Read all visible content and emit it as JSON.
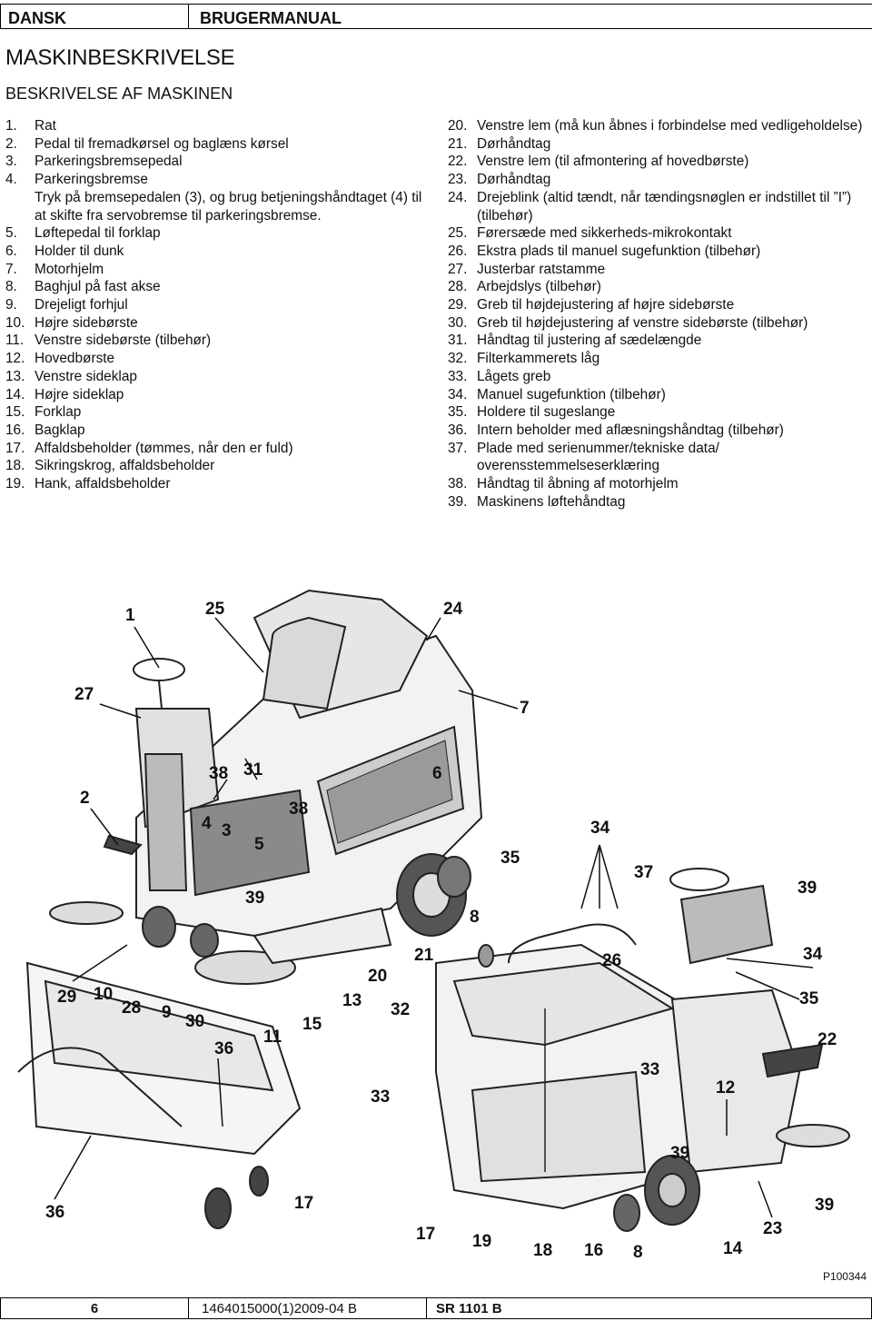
{
  "header": {
    "language": "DANSK",
    "doc_type": "BRUGERMANUAL"
  },
  "title": "MASKINBESKRIVELSE",
  "subtitle": "BESKRIVELSE AF MASKINEN",
  "items_left": [
    {
      "num": "1.",
      "text": "Rat"
    },
    {
      "num": "2.",
      "text": "Pedal til fremadkørsel og baglæns kørsel"
    },
    {
      "num": "3.",
      "text": "Parkeringsbremsepedal"
    },
    {
      "num": "4.",
      "text": "Parkeringsbremse\nTryk på bremsepedalen (3), og brug betjeningshåndtaget (4) til at skifte fra servobremse til parkeringsbremse."
    },
    {
      "num": "5.",
      "text": "Løftepedal til forklap"
    },
    {
      "num": "6.",
      "text": "Holder til dunk"
    },
    {
      "num": "7.",
      "text": "Motorhjelm"
    },
    {
      "num": "8.",
      "text": "Baghjul på fast akse"
    },
    {
      "num": "9.",
      "text": "Drejeligt forhjul"
    },
    {
      "num": "10.",
      "text": "Højre sidebørste"
    },
    {
      "num": "11.",
      "text": "Venstre sidebørste (tilbehør)"
    },
    {
      "num": "12.",
      "text": "Hovedbørste"
    },
    {
      "num": "13.",
      "text": "Venstre sideklap"
    },
    {
      "num": "14.",
      "text": "Højre sideklap"
    },
    {
      "num": "15.",
      "text": "Forklap"
    },
    {
      "num": "16.",
      "text": "Bagklap"
    },
    {
      "num": "17.",
      "text": "Affaldsbeholder (tømmes, når den er fuld)"
    },
    {
      "num": "18.",
      "text": "Sikringskrog, affaldsbeholder"
    },
    {
      "num": "19.",
      "text": "Hank, affaldsbeholder"
    }
  ],
  "items_right": [
    {
      "num": "20.",
      "text": "Venstre lem (må kun åbnes i forbindelse med vedligeholdelse)"
    },
    {
      "num": "21.",
      "text": "Dørhåndtag"
    },
    {
      "num": "22.",
      "text": "Venstre lem (til afmontering af hovedbørste)"
    },
    {
      "num": "23.",
      "text": "Dørhåndtag"
    },
    {
      "num": "24.",
      "text": "Drejeblink (altid tændt, når tændingsnøglen er indstillet til ”I”) (tilbehør)"
    },
    {
      "num": "25.",
      "text": "Førersæde med sikkerheds-mikrokontakt"
    },
    {
      "num": "26.",
      "text": "Ekstra plads til manuel sugefunktion (tilbehør)"
    },
    {
      "num": "27.",
      "text": "Justerbar ratstamme"
    },
    {
      "num": "28.",
      "text": "Arbejdslys (tilbehør)"
    },
    {
      "num": "29.",
      "text": "Greb til højdejustering af højre sidebørste"
    },
    {
      "num": "30.",
      "text": "Greb til højdejustering af venstre sidebørste (tilbehør)"
    },
    {
      "num": "31.",
      "text": "Håndtag til justering af sædelængde"
    },
    {
      "num": "32.",
      "text": "Filterkammerets låg"
    },
    {
      "num": "33.",
      "text": "Lågets greb"
    },
    {
      "num": "34.",
      "text": "Manuel sugefunktion (tilbehør)"
    },
    {
      "num": "35.",
      "text": "Holdere til sugeslange"
    },
    {
      "num": "36.",
      "text": "Intern beholder med aflæsningshåndtag (tilbehør)"
    },
    {
      "num": "37.",
      "text": "Plade med serienummer/tekniske data/ overensstemmelseserklæring"
    },
    {
      "num": "38.",
      "text": "Håndtag til åbning af motorhjelm"
    },
    {
      "num": "39.",
      "text": "Maskinens løftehåndtag"
    }
  ],
  "figure_labels": [
    "1",
    "25",
    "24",
    "27",
    "7",
    "2",
    "38",
    "31",
    "6",
    "38",
    "4",
    "3",
    "5",
    "34",
    "39",
    "35",
    "37",
    "39",
    "8",
    "21",
    "26",
    "34",
    "29",
    "10",
    "28",
    "9",
    "30",
    "20",
    "13",
    "32",
    "35",
    "36",
    "11",
    "15",
    "22",
    "33",
    "12",
    "33",
    "39",
    "36",
    "17",
    "17",
    "19",
    "18",
    "16",
    "8",
    "14",
    "23",
    "39"
  ],
  "figure_code": "P100344",
  "footer": {
    "page": "6",
    "doc_number": "1464015000(1)2009-04 B",
    "model": "SR 1101 B"
  }
}
